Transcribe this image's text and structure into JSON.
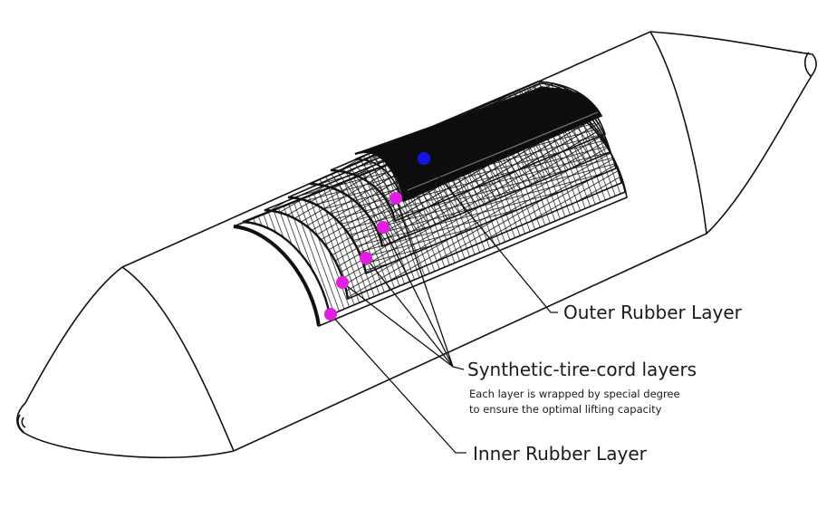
{
  "labels": {
    "outer": "Outer Rubber Layer",
    "synthetic": "Synthetic-tire-cord layers",
    "synthetic_note_1": "Each layer is wrapped by special degree",
    "synthetic_note_2": "to ensure the optimal lifting capacity",
    "inner": "Inner Rubber Layer"
  },
  "colors": {
    "outline": "#111111",
    "outer_layer_fill": "#0d0d0d",
    "marker_outer": "#1515e8",
    "marker_cord": "#e21ee2"
  }
}
